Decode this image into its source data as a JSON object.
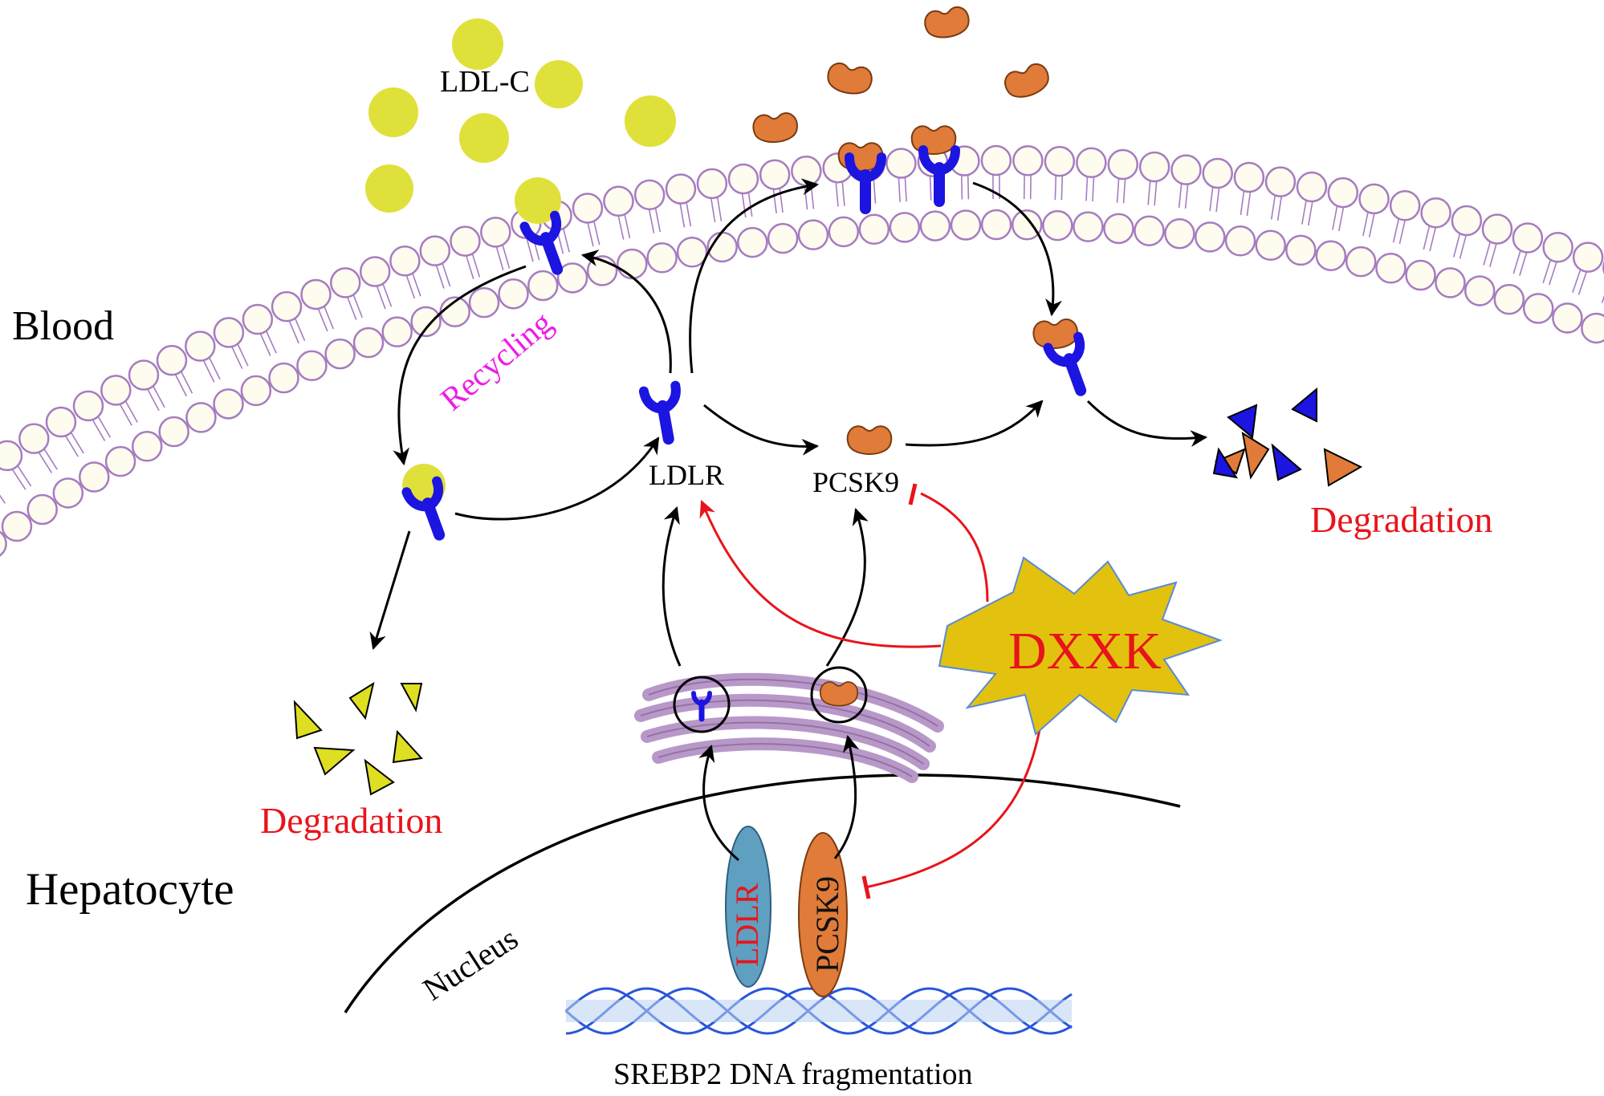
{
  "labels": {
    "blood": "Blood",
    "hepatocyte": "Hepatocyte",
    "ldl_c": "LDL-C",
    "recycling": "Recycling",
    "ldlr": "LDLR",
    "pcsk9": "PCSK9",
    "degradation_left": "Degradation",
    "degradation_right": "Degradation",
    "dxxk": "DXXK",
    "nucleus": "Nucleus",
    "gene_ldlr": "LDLR",
    "gene_pcsk9": "PCSK9",
    "srebp2": "SREBP2  DNA fragmentation"
  },
  "colors": {
    "membrane_stroke": "#a57cc0",
    "lipid_head_fill": "#fefbef",
    "ldl_c": "#e0e03a",
    "ldlr": "#1c14e0",
    "pcsk9": "#e07b39",
    "pcsk9_stroke": "#7a3a10",
    "dxxk_burst": "#e2c20e",
    "inhibition_red": "#e8141b",
    "recycling_text": "#ee1ce8",
    "golgi": "#b898c8",
    "dna_strand": "#2a56d8",
    "dna_fill": "#b9d2f2",
    "gene_ldlr_fill": "#5f9fc0",
    "degradation_triangles_left": "#dede22",
    "degradation_triangles_right": [
      "#1c14e0",
      "#e07b39"
    ]
  }
}
